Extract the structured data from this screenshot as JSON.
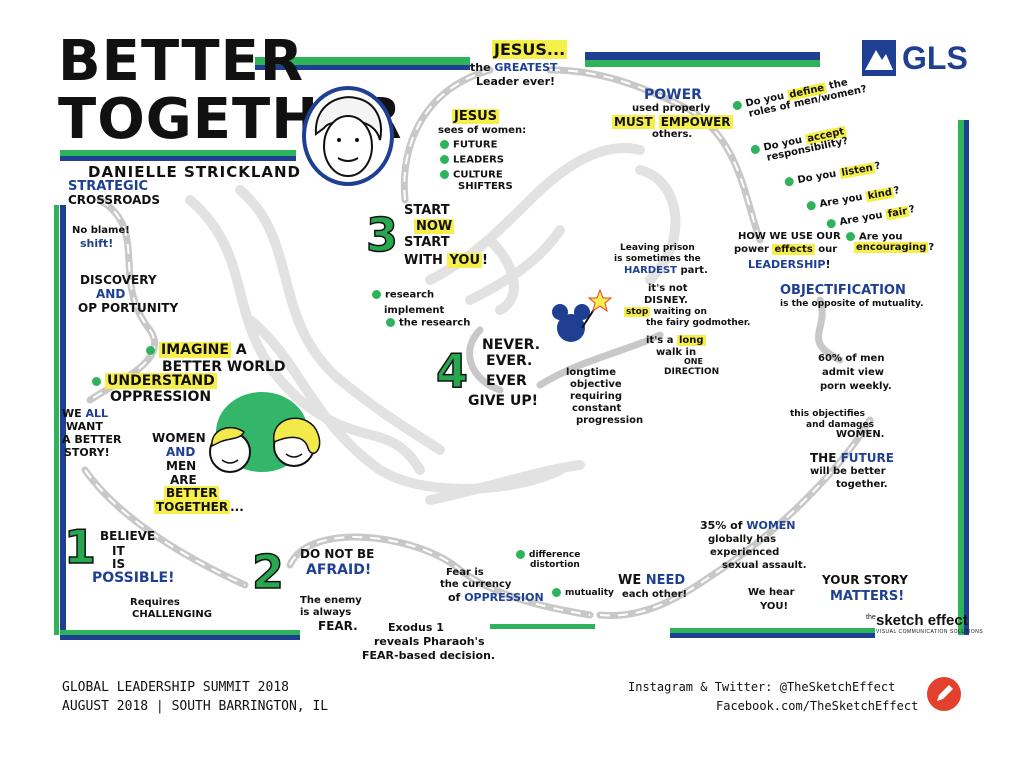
{
  "title": {
    "line1": "BETTER",
    "line2": "TOGETHER"
  },
  "speaker": "DANIELLE STRICKLAND",
  "brand": {
    "logo_text": "GLS",
    "sketch_the": "the",
    "sketch_name": "sketch effect",
    "sketch_tag": "VISUAL COMMUNICATION SOLUTIONS"
  },
  "colors": {
    "green": "#2fb35a",
    "blue": "#1f3f93",
    "yellow": "#f6ef4a",
    "road": "#cfcfcf",
    "brand_red": "#e3412d"
  },
  "left": {
    "strategic": "STRATEGIC",
    "crossroads": "CROSSROADS",
    "no_blame": "No blame!",
    "shift": "shift!",
    "discovery": "DISCOVERY",
    "and": "AND",
    "opportunity": "OP PORTUNITY",
    "imagine": "IMAGINE",
    "a": " A",
    "better_world": "BETTER WORLD",
    "understand": "UNDERSTAND",
    "oppression": "OPPRESSION",
    "we": "WE ",
    "all": "ALL",
    "want": "WANT",
    "a_better": "A BETTER",
    "story": "STORY!",
    "women": "WOMEN",
    "and2": "AND",
    "men": "MEN",
    "are": "ARE",
    "better": "BETTER",
    "together": "TOGETHER",
    "ellipsis": "..."
  },
  "step1": {
    "number": "1",
    "believe": "BELIEVE",
    "it": "IT",
    "is": "IS",
    "possible": "POSSIBLE!",
    "requires": "Requires",
    "challenging": "CHALLENGING"
  },
  "step2": {
    "number": "2",
    "do_not_be": "DO NOT BE",
    "afraid": "AFRAID!",
    "enemy": "The enemy",
    "always": "is always",
    "fear": "FEAR."
  },
  "exodus": {
    "line1": "Exodus 1",
    "line2": "reveals Pharaoh's",
    "line3": "FEAR-based decision."
  },
  "jesus": {
    "jesus": "JESUS...",
    "the": "the ",
    "greatest": "GREATEST",
    "leader": "Leader ever!",
    "jesus2": "JESUS",
    "sees": "sees of women:",
    "future": "FUTURE",
    "leaders": "LEADERS",
    "culture": "CULTURE",
    "shifters": "SHIFTERS"
  },
  "step3": {
    "number": "3",
    "start": "START",
    "now": "NOW",
    "start2": "START",
    "with": "WITH ",
    "you": "YOU",
    "excl": "!",
    "research": "research",
    "implement": "implement",
    "the_research": "the research"
  },
  "step4": {
    "number": "4",
    "never": "NEVER.",
    "ever1": "EVER.",
    "ever2": "EVER",
    "give_up": "GIVE UP!",
    "longtime": "longtime",
    "objective": "objective",
    "requiring": "requiring",
    "constant": "constant",
    "progression": "progression"
  },
  "prison": {
    "l1": "Leaving prison",
    "l2": "is sometimes the",
    "hardest": "HARDEST",
    "part": " part.",
    "its_not": "it's not",
    "disney": "DISNEY.",
    "stop": "stop",
    "waiting": " waiting on",
    "fairy": "the fairy godmother.",
    "its_a": "it's a ",
    "long": "long",
    "walk": "walk in",
    "one": "ONE",
    "direction": "DIRECTION"
  },
  "power": {
    "power": "POWER",
    "used": "used properly",
    "must": "MUST",
    "empower": "EMPOWER",
    "others": "others."
  },
  "questions": {
    "q1a": "Do you ",
    "q1b": "define",
    "q1c": " the",
    "q1d": "roles of men/women?",
    "q2a": "Do you ",
    "q2b": "accept",
    "q2c": "responsibility",
    "q2d": "?",
    "q3a": "Do you ",
    "q3b": "listen",
    "q3c": "?",
    "q4a": "Are you ",
    "q4b": "kind",
    "q4c": "?",
    "q5a": "Are you ",
    "q5b": "fair",
    "q5c": "?",
    "q6a": "Are you",
    "q6b": "encouraging",
    "q6c": "?"
  },
  "how": {
    "l1": "HOW WE USE OUR",
    "l2": "power ",
    "effects": "effects",
    "l3": " our",
    "leadership": "LEADERSHIP",
    "excl": "!"
  },
  "objectification": {
    "title": "OBJECTIFICATION",
    "sub": "is the opposite of mutuality."
  },
  "stats": {
    "s1": "60% of men",
    "s2": "admit view",
    "s3": "porn weekly.",
    "s4": "this objectifies",
    "s5": "and damages",
    "s6": "WOMEN."
  },
  "future": {
    "the": "THE ",
    "future": "FUTURE",
    "l2": "will be better",
    "l3": "together."
  },
  "assault": {
    "l1": "35% of ",
    "women": "WOMEN",
    "l2": "globally has",
    "l3": "experienced",
    "l4": "sexual assault."
  },
  "bottom": {
    "fear_is": "Fear is",
    "the_currency": "the currency",
    "of": "of ",
    "oppression": "OPPRESSION",
    "difference": "difference",
    "distortion": "distortion",
    "mutuality": "mutuality",
    "we": "WE ",
    "need": "NEED",
    "each_other": "each other!",
    "we_hear": "We hear",
    "you": "YOU!",
    "your_story": "YOUR STORY",
    "matters": "MATTERS!"
  },
  "footer": {
    "event": "GLOBAL LEADERSHIP SUMMIT 2018",
    "date": "AUGUST 2018 | SOUTH BARRINGTON, IL",
    "social": "Instagram & Twitter: @TheSketchEffect",
    "facebook": "Facebook.com/TheSketchEffect"
  }
}
